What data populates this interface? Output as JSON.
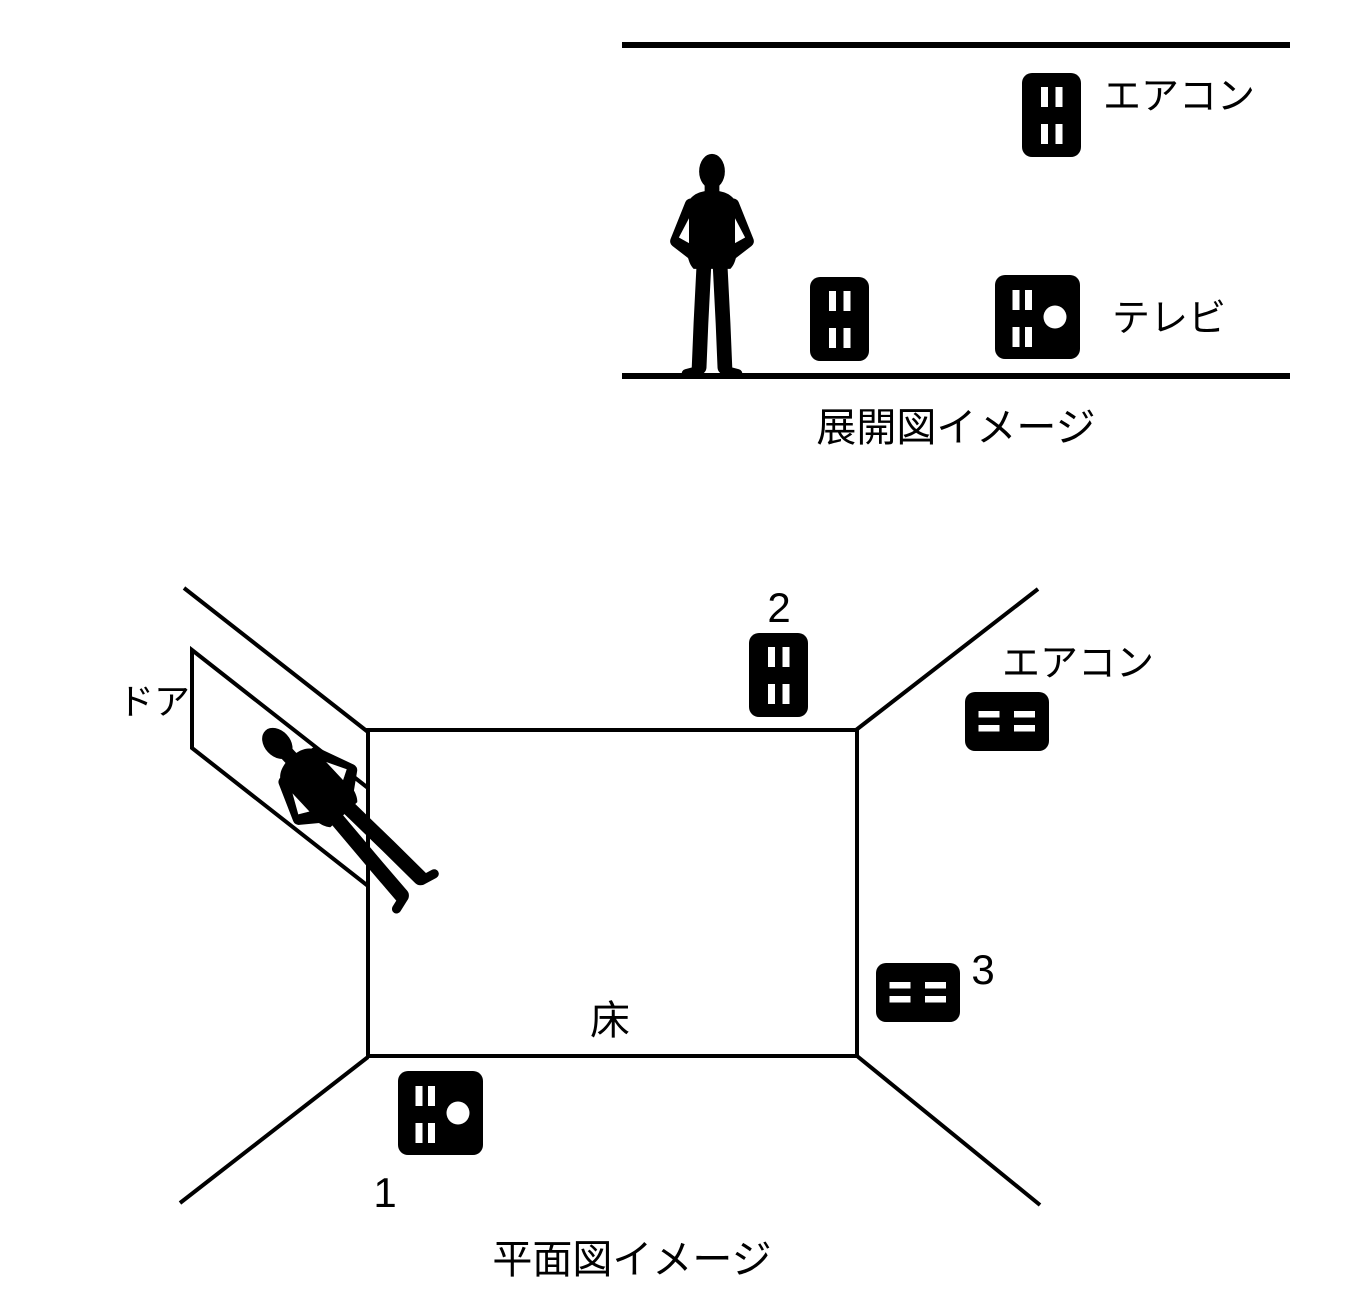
{
  "page": {
    "background": "#ffffff",
    "ink": "#000000"
  },
  "elevation": {
    "caption": "展開図イメージ",
    "aircon_label": "エアコン",
    "tv_label": "テレビ"
  },
  "floor_plan": {
    "caption": "平面図イメージ",
    "door_label": "ドア",
    "aircon_label": "エアコン",
    "floor_label": "床",
    "outlet_1_label": "1",
    "outlet_2_label": "2",
    "outlet_3_label": "3"
  }
}
